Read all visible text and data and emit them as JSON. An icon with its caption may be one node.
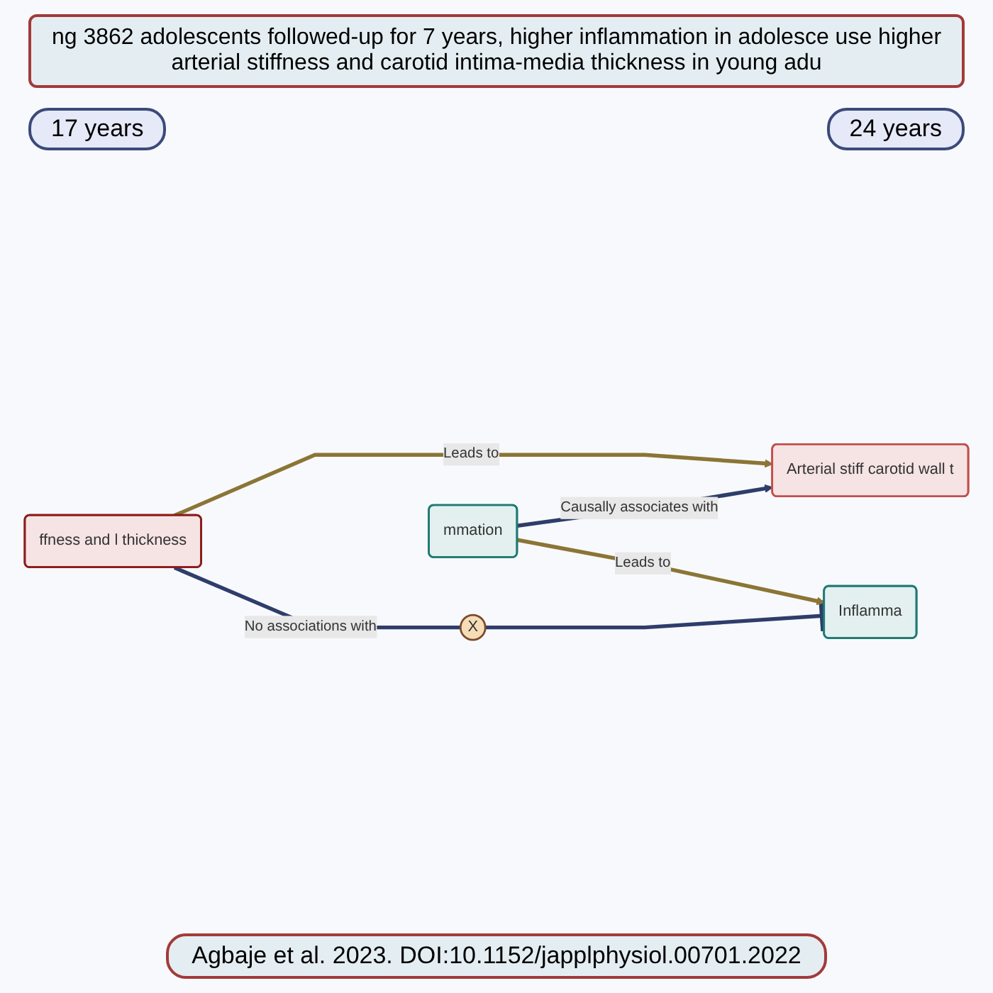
{
  "diagram": {
    "title": "ng 3862 adolescents followed-up for 7 years, higher inflammation in adolesce use higher arterial stiffness and carotid intima-media thickness in young adu",
    "caption": "Agbaje et al. 2023. DOI:10.1152/japplphysiol.00701.2022",
    "nodes": [
      {
        "text": [
          "ffness and l thickness"
        ]
      },
      {
        "text": [
          "Arterial stiff carotid wall t"
        ]
      },
      {
        "text": [
          "X"
        ]
      },
      {
        "text": [
          "mmation"
        ]
      },
      {
        "text": [
          "Inflamma"
        ]
      }
    ],
    "edges": [
      {
        "from": 0,
        "to": 1,
        "arrow": "to",
        "label": "Leads to",
        "color": "#8b7536"
      },
      {
        "from": 0,
        "to": 2,
        "arrow": "none",
        "label": "No associations with"
      },
      {
        "from": 2,
        "to": 4,
        "arrow": "other"
      },
      {
        "from": 3,
        "to": 1,
        "arrow": "to",
        "label": "Causally associates with"
      },
      {
        "from": 3,
        "to": 4,
        "arrow": "to",
        "label": "Leads to",
        "color": "#8b7536"
      }
    ],
    "labels": [
      "17 years",
      "24 years"
    ]
  }
}
